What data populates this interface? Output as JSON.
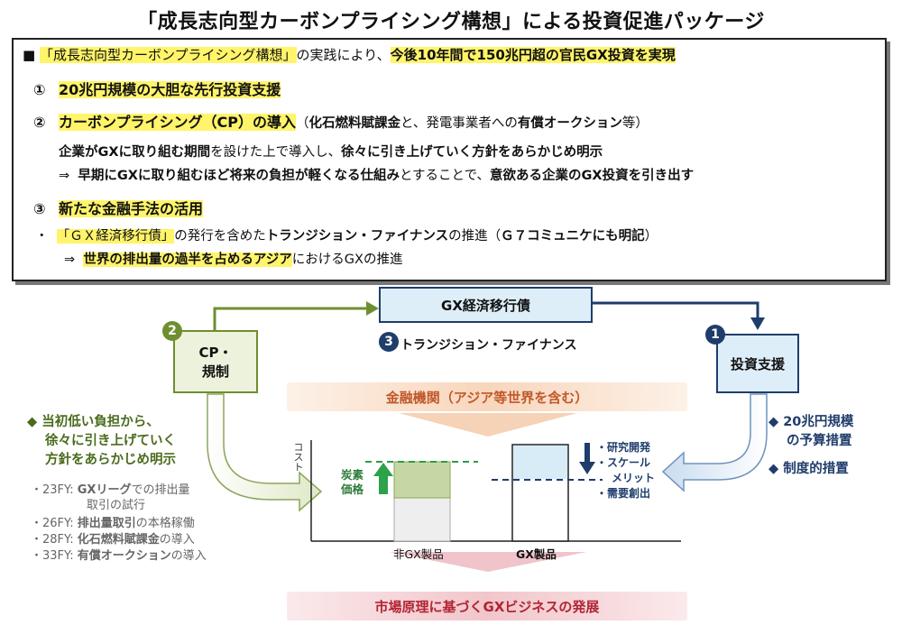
{
  "title": "「成長志向型カーボンプライシング構想」による投資促進パッケージ",
  "summary": {
    "bullet": "■",
    "intro_pre": "「成長志向型カーボンプライシング構想」",
    "intro_mid": "の実践により、",
    "intro_hl": "今後10年間で150兆円超の官民GX投資を実現",
    "items": [
      {
        "num": "①",
        "text": "20兆円規模の大胆な先行投資支援"
      },
      {
        "num": "②",
        "text": "カーボンプライシング（CP）の導入",
        "paren_pre": "（",
        "paren_b1": "化石燃料賦課金",
        "paren_mid": "と、発電事業者への",
        "paren_b2": "有償オークション",
        "paren_post": "等）"
      },
      {
        "num": "③",
        "text": "新たな金融手法の活用"
      }
    ],
    "cp_line1_b1": "企業がGXに取り組む期間",
    "cp_line1_mid": "を設けた上で導入し、",
    "cp_line1_b2": "徐々に引き上げていく方針をあらかじめ明示",
    "cp_line2_arrow": "⇒",
    "cp_line2_b1": "早期にGXに取り組むほど将来の負担が軽くなる仕組み",
    "cp_line2_mid": "とすることで、",
    "cp_line2_b2": "意欲ある企業のGX投資を引き出す",
    "fin_dot": "・",
    "fin_hl": "「ＧＸ経済移行債」",
    "fin_mid": "の発行を含めた",
    "fin_b": "トランジション・ファイナンス",
    "fin_post1": "の推進（",
    "fin_b2": "Ｇ７コミュニケにも明記",
    "fin_post2": "）",
    "asia_arrow": "⇒",
    "asia_hl": "世界の排出量の過半を占めるアジア",
    "asia_post": "におけるGXの推進"
  },
  "diagram": {
    "bond": "GX経済移行債",
    "cp_line1": "CP・",
    "cp_line2": "規制",
    "support": "投資支援",
    "transition": "トランジション・ファイナンス",
    "finance": "金融機関（アジア等世界を含む）",
    "market": "市場原理に基づくGXビジネスの発展",
    "badge_1": "1",
    "badge_2": "2",
    "badge_3": "3",
    "left_diamond": "◆",
    "left_head1": "当初低い負担から、",
    "left_head2": "徐々に引き上げていく",
    "left_head3": "方針をあらかじめ明示",
    "timeline": [
      {
        "year": "・23FY: ",
        "b": "GXリーグ",
        "rest": "での排出量"
      },
      {
        "year": "",
        "b": "",
        "rest": "取引の試行"
      },
      {
        "year": "・26FY: ",
        "b": "排出量取引",
        "rest": "の本格稼働"
      },
      {
        "year": "・28FY: ",
        "b": "化石燃料賦課金",
        "rest": "の導入"
      },
      {
        "year": "・33FY: ",
        "b": "有償オークション",
        "rest": "の導入"
      }
    ],
    "right_diamond": "◆",
    "right_1a": "20兆円規模",
    "right_1b": "の予算措置",
    "right_2": "制度的措置",
    "cost_label": "コスト",
    "carbon_1": "炭素",
    "carbon_2": "価格",
    "effects": [
      "・研究開発",
      "・スケール",
      "メリット",
      "・需要創出"
    ],
    "non_gx": "非GX製品",
    "gx": "GX製品"
  },
  "colors": {
    "green": "#6e8f2f",
    "green_box_bg": "#edf2dc",
    "navy": "#1f3d6b",
    "light_blue": "#ddeef8",
    "peach": "#f8dcc6",
    "pink": "#f3d0d4"
  }
}
